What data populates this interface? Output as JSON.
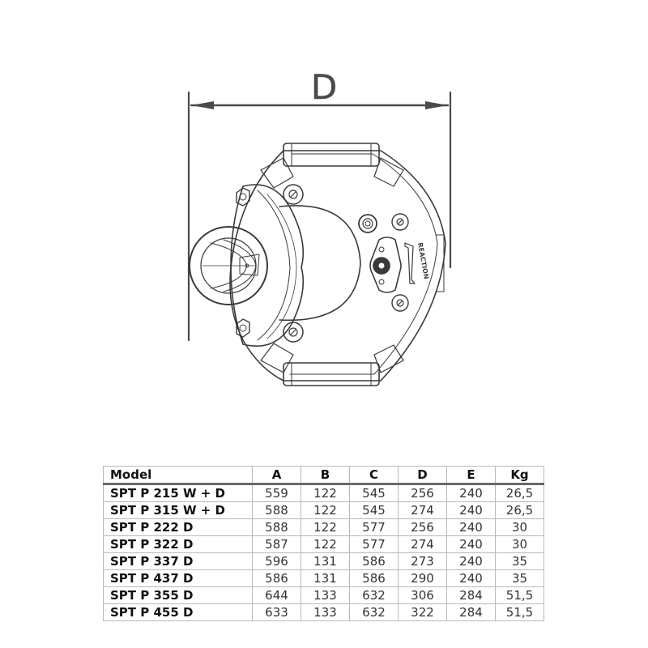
{
  "drawing": {
    "dimension_label": "D",
    "logo_text": "REACTION",
    "line_color": "#333333",
    "fill_color": "#ffffff"
  },
  "table": {
    "columns": [
      "Model",
      "A",
      "B",
      "C",
      "D",
      "E",
      "Kg"
    ],
    "rows": [
      [
        "SPT P 215 W + D",
        "559",
        "122",
        "545",
        "256",
        "240",
        "26,5"
      ],
      [
        "SPT P 315 W + D",
        "588",
        "122",
        "545",
        "274",
        "240",
        "26,5"
      ],
      [
        "SPT P 222 D",
        "588",
        "122",
        "577",
        "256",
        "240",
        "30"
      ],
      [
        "SPT P 322 D",
        "587",
        "122",
        "577",
        "274",
        "240",
        "30"
      ],
      [
        "SPT P 337 D",
        "596",
        "131",
        "586",
        "273",
        "240",
        "35"
      ],
      [
        "SPT P 437 D",
        "586",
        "131",
        "586",
        "290",
        "240",
        "35"
      ],
      [
        "SPT P 355 D",
        "644",
        "133",
        "632",
        "306",
        "284",
        "51,5"
      ],
      [
        "SPT P 455 D",
        "633",
        "133",
        "632",
        "322",
        "284",
        "51,5"
      ]
    ]
  }
}
